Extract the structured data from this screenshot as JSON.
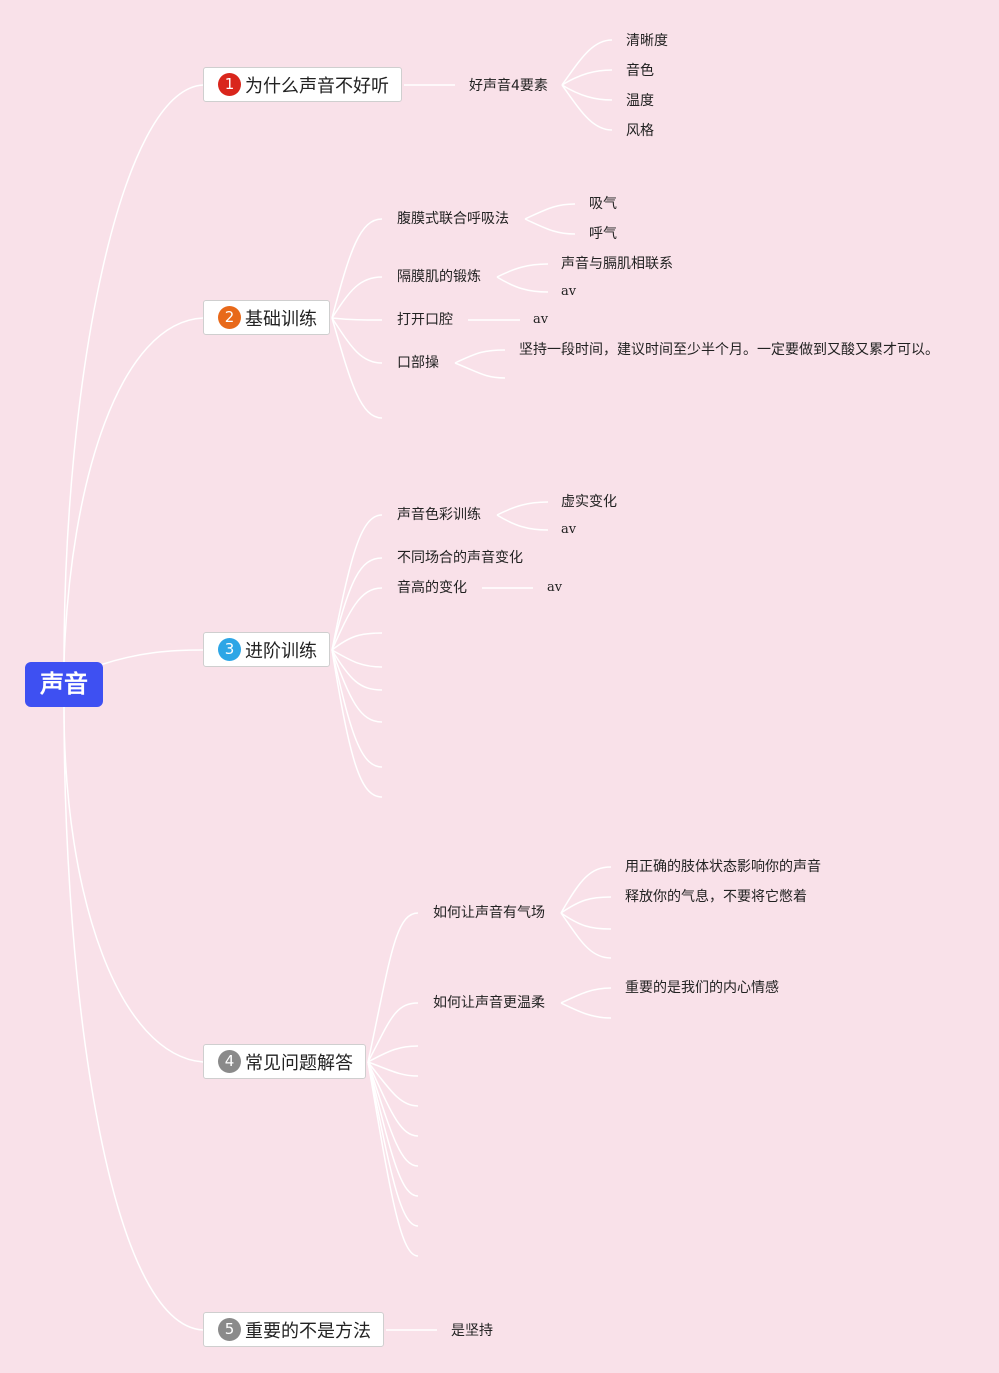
{
  "root": {
    "label": "声音",
    "color": "#3e50f2"
  },
  "branches": [
    {
      "number": "1",
      "label": "为什么声音不好听",
      "badge_color": "#d9261c"
    },
    {
      "number": "2",
      "label": "基础训练",
      "badge_color": "#e8691a"
    },
    {
      "number": "3",
      "label": "进阶训练",
      "badge_color": "#2da6e6"
    },
    {
      "number": "4",
      "label": "常见问题解答",
      "badge_color": "#8a8a8a"
    },
    {
      "number": "5",
      "label": "重要的不是方法",
      "badge_color": "#8a8a8a"
    }
  ],
  "b1": {
    "sub": "好声音4要素",
    "elements": [
      "清晰度",
      "音色",
      "温度",
      "风格"
    ]
  },
  "b2": {
    "items": [
      {
        "label": "腹膜式联合呼吸法",
        "children": [
          "吸气",
          "呼气"
        ]
      },
      {
        "label": "隔膜肌的锻炼",
        "children": [
          "声音与膈肌相联系",
          "av"
        ]
      },
      {
        "label": "打开口腔",
        "children": [
          "av"
        ]
      },
      {
        "label": "口部操",
        "children": [
          "坚持一段时间，建议时间至少半个月。一定要做到又酸又累才可以。"
        ]
      }
    ]
  },
  "b3": {
    "items": [
      {
        "label": "声音色彩训练",
        "children": [
          "虚实变化",
          "av"
        ]
      },
      {
        "label": "不同场合的声音变化",
        "children": []
      },
      {
        "label": "音高的变化",
        "children": [
          "av"
        ]
      }
    ]
  },
  "b4": {
    "items": [
      {
        "label": "如何让声音有气场",
        "children": [
          "用正确的肢体状态影响你的声音",
          "释放你的气息，不要将它憋着"
        ]
      },
      {
        "label": "如何让声音更温柔",
        "children": [
          "重要的是我们的内心情感"
        ]
      }
    ]
  },
  "b5": {
    "sub": "是坚持"
  }
}
